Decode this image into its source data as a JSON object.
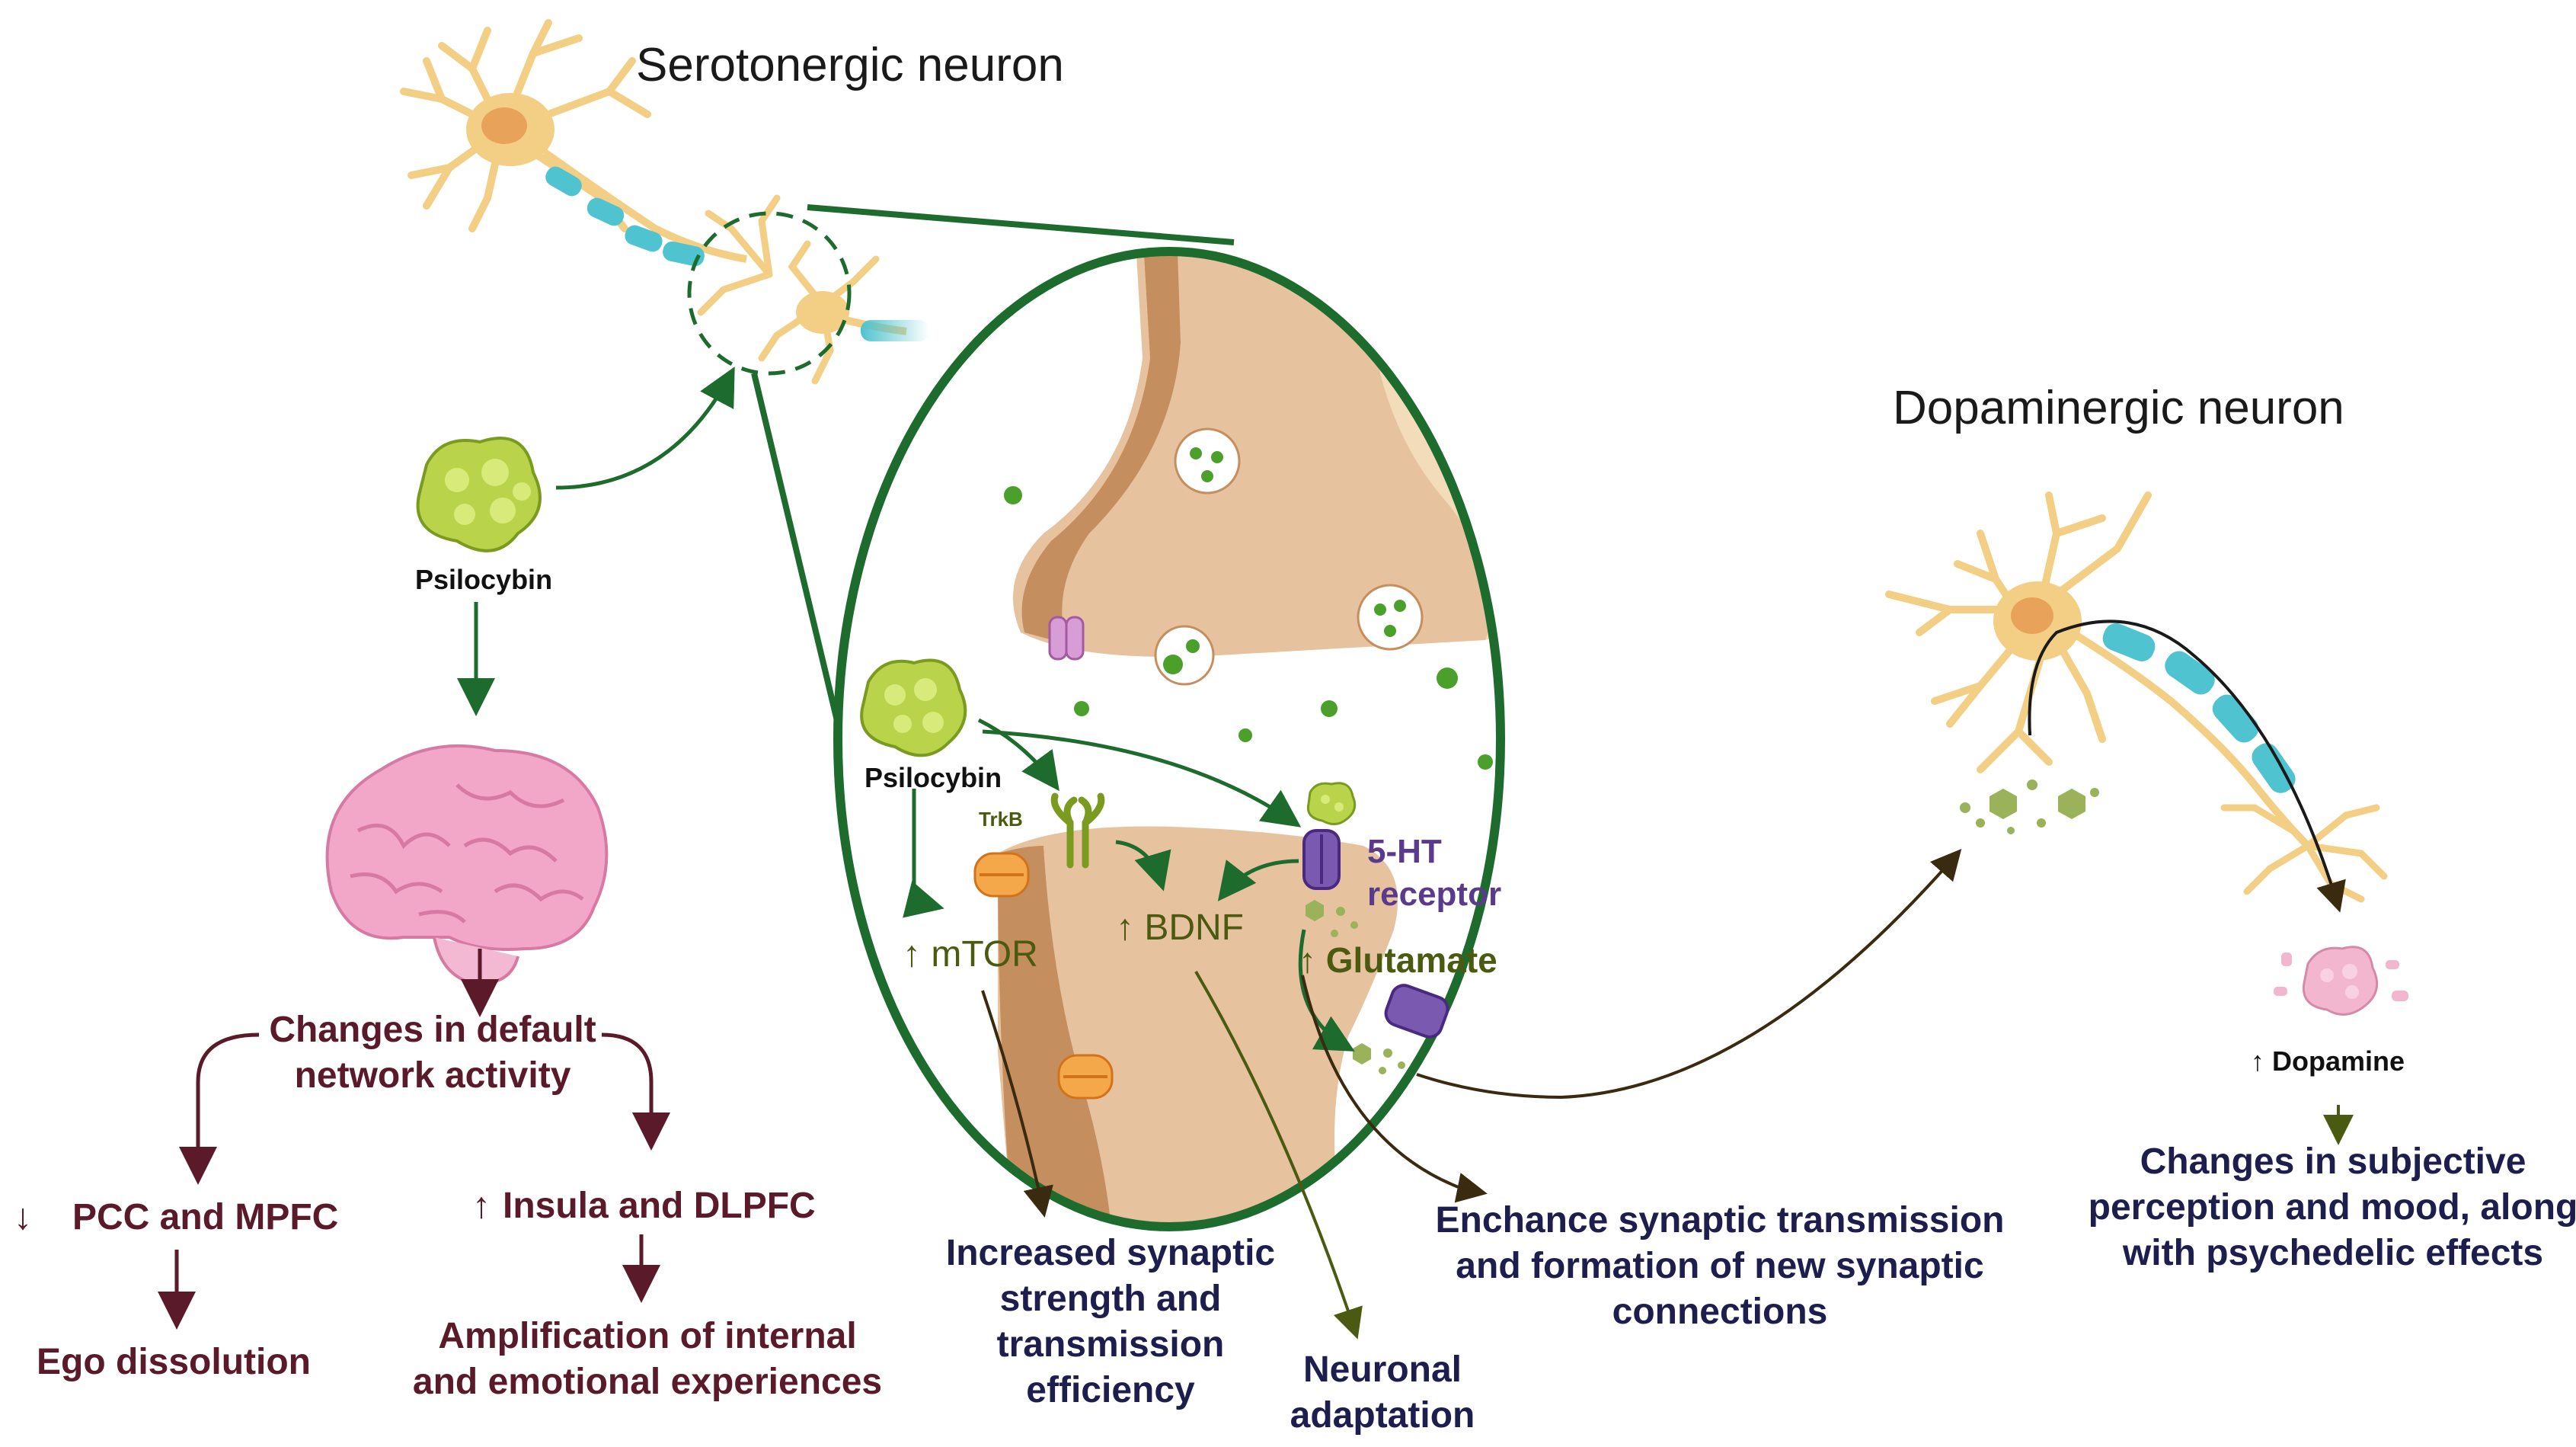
{
  "titles": {
    "serotonergic": "Serotonergic neuron",
    "dopaminergic": "Dopaminergic neuron"
  },
  "left": {
    "psilocybin": "Psilocybin",
    "changes_default": "Changes in default\nnetwork activity",
    "pcc_mpfc": "PCC and MPFC",
    "pcc_arrow": "↓",
    "insula_dlpfc": "Insula and DLPFC",
    "insula_arrow": "↑",
    "ego": "Ego dissolution",
    "amplification": "Amplification of internal\nand emotional experiences"
  },
  "synapse": {
    "psilocybin": "Psilocybin",
    "trkb": "TrkB",
    "receptor": "5-HT\nreceptor",
    "mtor": "↑ mTOR",
    "bdnf": "↑ BDNF",
    "glutamate": "↑ Glutamate"
  },
  "outcomes": {
    "synaptic_strength": "Increased synaptic\nstrength and\ntransmission\nefficiency",
    "neuronal": "Neuronal\nadaptation",
    "enhance": "Enchance synaptic transmission\nand formation of new synaptic\nconnections"
  },
  "right": {
    "dopamine": "↑ Dopamine",
    "changes_subjective": "Changes in subjective\nperception and mood, along\nwith psychedelic effects"
  },
  "colors": {
    "green_arrow": "#1e6b2e",
    "maroon_arrow": "#5a1a2a",
    "olive_arrow": "#4a5a10",
    "circle": "#1e6b2e",
    "neuron_body": "#f3cf86",
    "myelin": "#4fc3cf",
    "synapse_tan": "#e7c29f",
    "brain_pink": "#f2a6c8"
  }
}
